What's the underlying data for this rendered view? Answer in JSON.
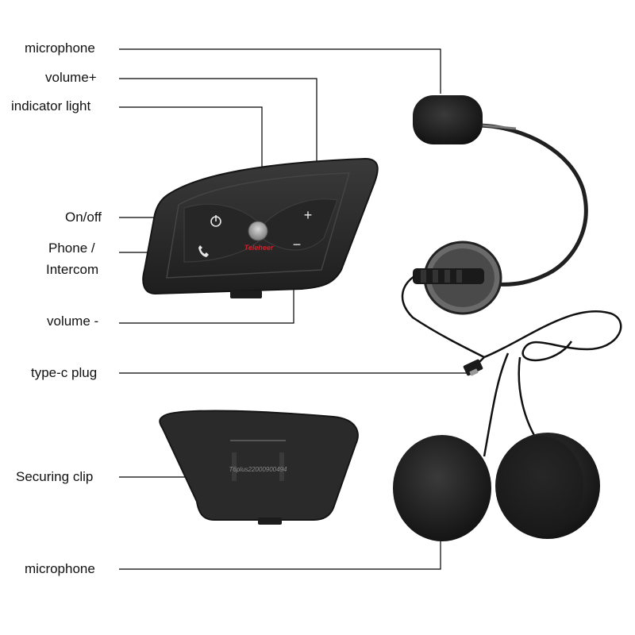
{
  "labels": {
    "microphone_top": "microphone",
    "volume_plus": "volume+",
    "indicator_light": "indicator light",
    "on_off": "On/off",
    "phone_line1": "Phone /",
    "phone_line2": "Intercom",
    "volume_minus": "volume -",
    "type_c": "type-c plug",
    "securing_clip": "Securing clip",
    "microphone_bottom": "microphone"
  },
  "device": {
    "brand": "Teleheer",
    "serial": "T6plus22000900494",
    "button_plus": "+",
    "button_minus": "−"
  },
  "colors": {
    "device_body": "#2b2b2b",
    "device_edge": "#1a1a1a",
    "brand_red": "#d0202a",
    "foam": "#1c1c1c",
    "line": "#000000"
  },
  "icons": [
    "power-icon",
    "phone-icon",
    "plus-icon",
    "minus-icon"
  ]
}
